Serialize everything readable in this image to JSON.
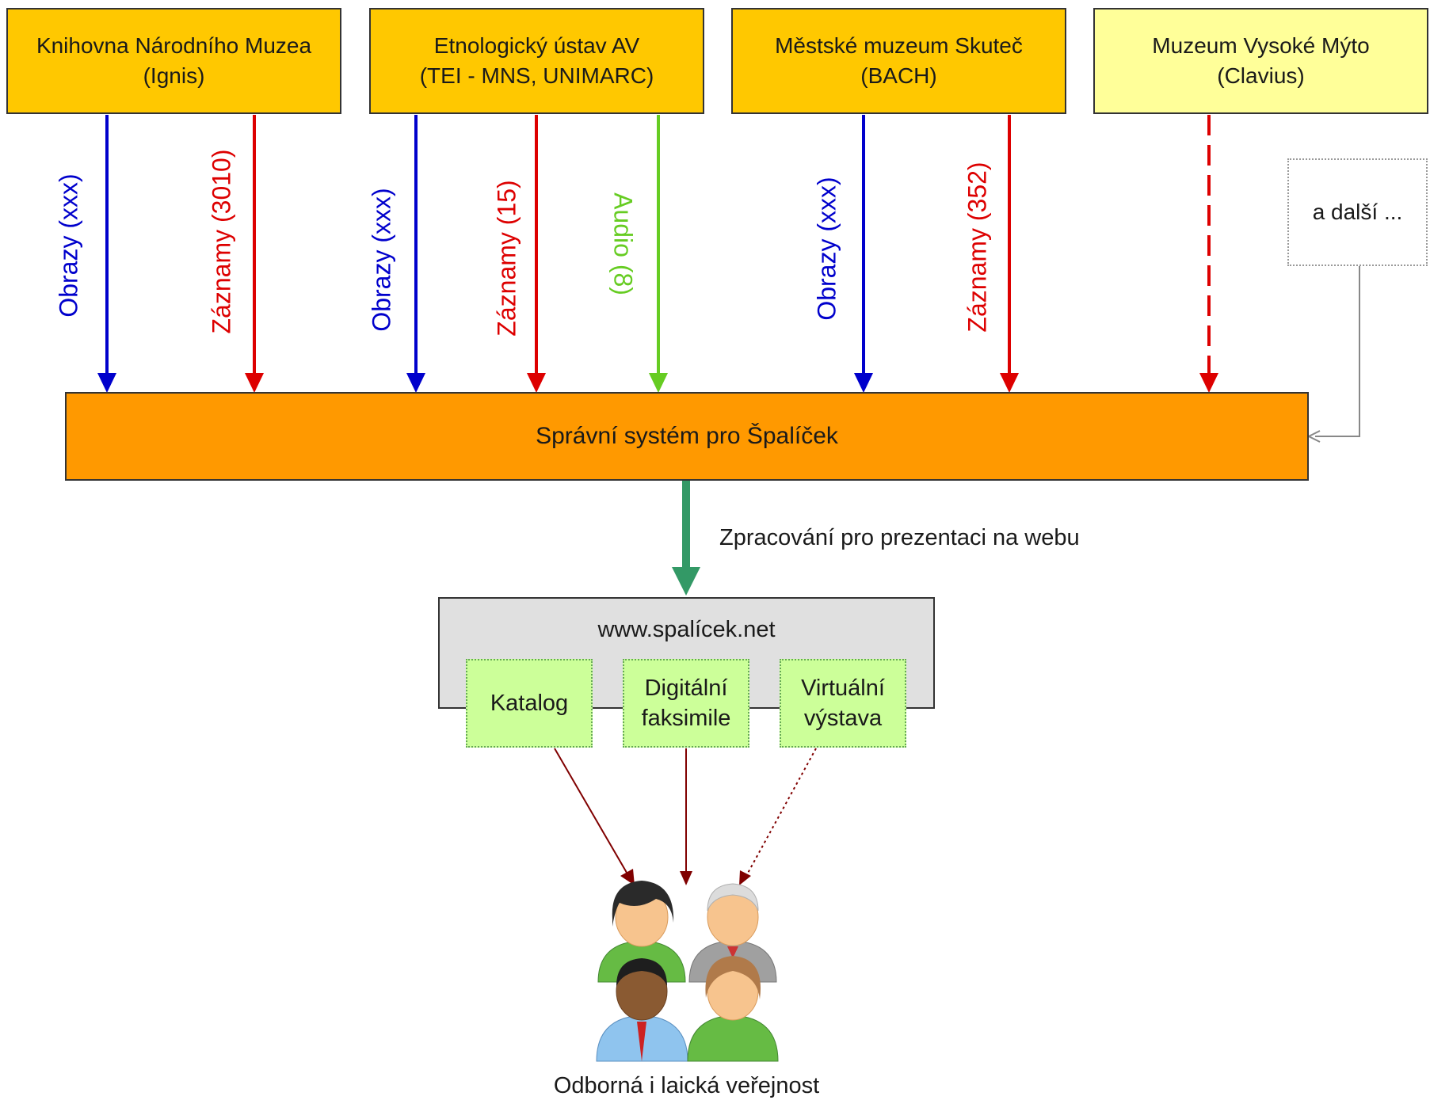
{
  "sources": [
    {
      "line1": "Knihovna Národního Muzea",
      "line2": "(Ignis)"
    },
    {
      "line1": "Etnologický ústav AV",
      "line2": "(TEI - MNS, UNIMARC)"
    },
    {
      "line1": "Městské muzeum Skuteč",
      "line2": "(BACH)"
    },
    {
      "line1": "Muzeum Vysoké Mýto",
      "line2": "(Clavius)"
    }
  ],
  "flows": [
    {
      "label": "Obrazy (xxx)",
      "color": "#0000cc"
    },
    {
      "label": "Záznamy (3010)",
      "color": "#dd0000"
    },
    {
      "label": "Obrazy (xxx)",
      "color": "#0000cc"
    },
    {
      "label": "Záznamy (15)",
      "color": "#dd0000"
    },
    {
      "label": "Audio (8)",
      "color": "#66cc22"
    },
    {
      "label": "Obrazy (xxx)",
      "color": "#0000cc"
    },
    {
      "label": "Záznamy (352)",
      "color": "#dd0000"
    }
  ],
  "more_label": "a další ...",
  "system_label": "Správní systém pro Špalíček",
  "process_label": "Zpracování pro prezentaci na webu",
  "website": {
    "title": "www.spalícek.net",
    "parts": [
      {
        "line1": "Katalog",
        "line2": ""
      },
      {
        "line1": "Digitální",
        "line2": "faksimile"
      },
      {
        "line1": "Virtuální",
        "line2": "výstava"
      }
    ]
  },
  "audience_icon": "people-group-icon",
  "audience_label": "Odborná i laická veřejnost",
  "colors": {
    "source_fill": "#ffc800",
    "source_light_fill": "#ffff99",
    "system_fill": "#ff9900",
    "website_fill": "#e0e0e0",
    "part_fill": "#ccff99",
    "process_arrow": "#339966",
    "audience_arrow": "#800000"
  }
}
